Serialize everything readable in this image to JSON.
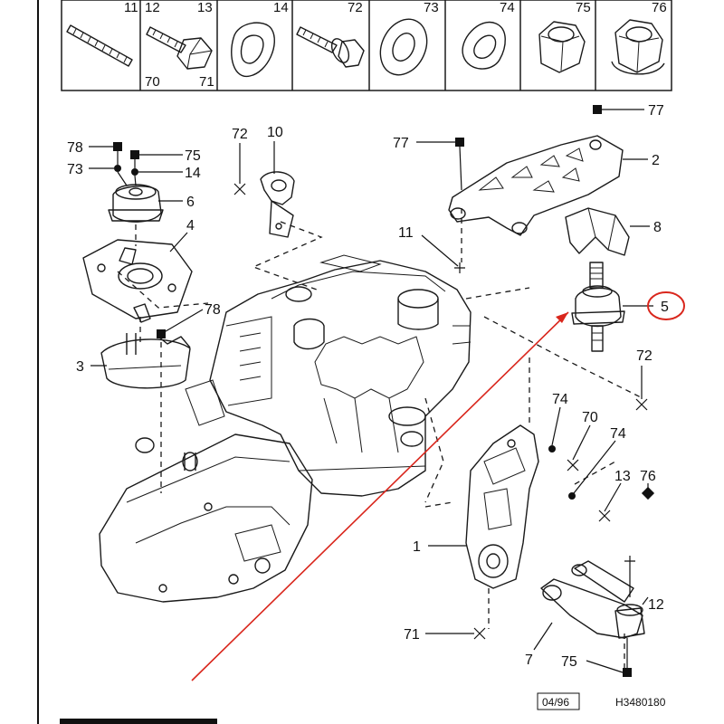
{
  "colors": {
    "line": "#1a1a1a",
    "highlight": "#d9261c",
    "background": "#ffffff"
  },
  "header_row": [
    {
      "label": "11",
      "icon": "stud-icon"
    },
    {
      "label": "12",
      "icon": "bolt-icon",
      "sub_left": "70",
      "sub_right": "71"
    },
    {
      "label": "14",
      "icon": "cam-washer-icon"
    },
    {
      "label": "72",
      "icon": "flange-bolt-icon"
    },
    {
      "label": "73",
      "icon": "flat-washer-icon"
    },
    {
      "label": "74",
      "icon": "shaped-washer-icon"
    },
    {
      "label": "75",
      "icon": "hex-nut-icon"
    },
    {
      "label": "76",
      "icon": "flange-nut-icon"
    }
  ],
  "header_extra": {
    "label_13": "13"
  },
  "callouts": {
    "c78a": "78",
    "c75a": "75",
    "c73": "73",
    "c14": "14",
    "c6": "6",
    "c4": "4",
    "c78b": "78",
    "c3": "3",
    "c72a": "72",
    "c10": "10",
    "c77a": "77",
    "c11": "11",
    "c77b": "77",
    "c2": "2",
    "c8": "8",
    "c5": "5",
    "c72b": "72",
    "c74a": "74",
    "c70": "70",
    "c74b": "74",
    "c13": "13",
    "c76": "76",
    "c1": "1",
    "c12": "12",
    "c71": "71",
    "c7": "7",
    "c75b": "75"
  },
  "footer": {
    "date": "04/96",
    "ref": "H3480180"
  }
}
